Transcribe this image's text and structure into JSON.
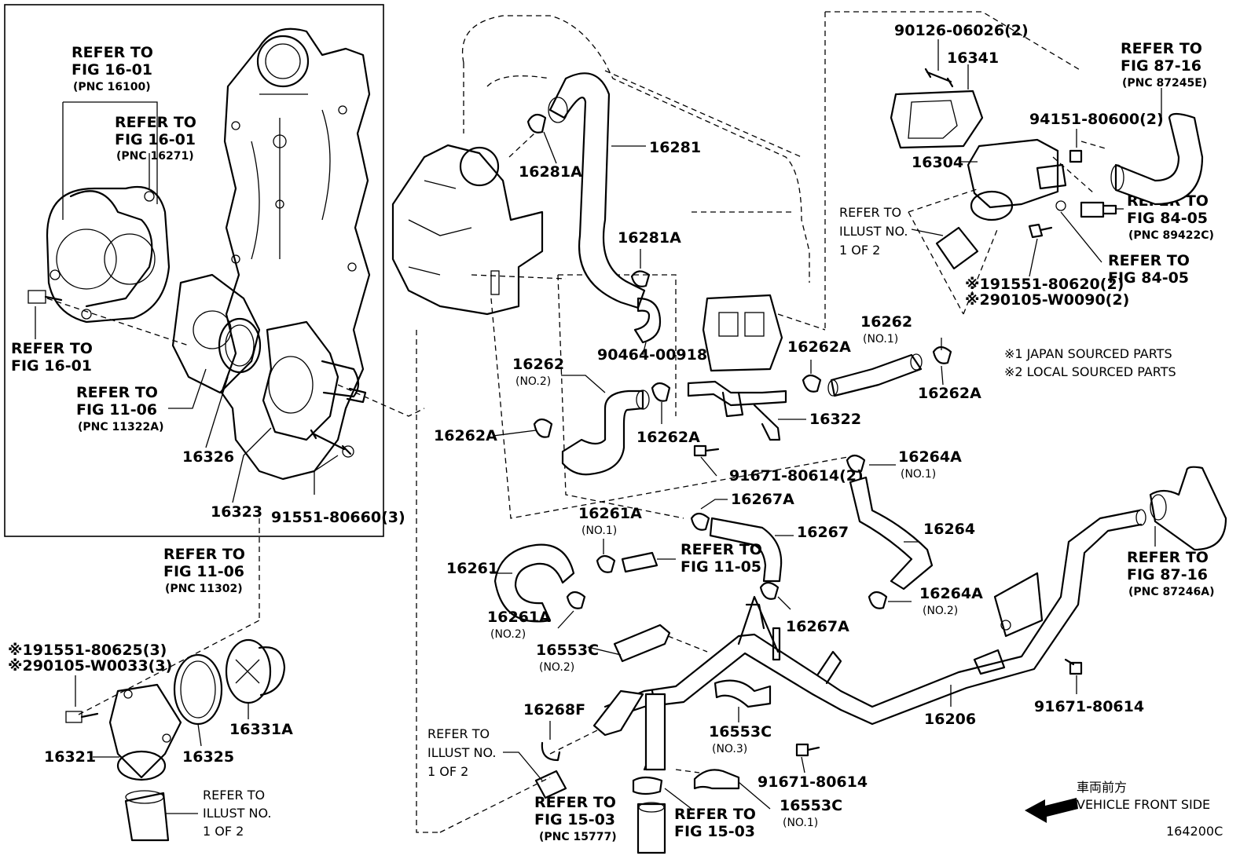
{
  "diagram_id": "164200C",
  "legend": {
    "note1": "※1 JAPAN SOURCED PARTS",
    "note2": "※2 LOCAL SOURCED PARTS"
  },
  "front_indicator": {
    "jp": "車両前方",
    "en": "VEHICLE FRONT SIDE"
  },
  "labels": {
    "p90126": "90126-06026(2)",
    "p16341": "16341",
    "r8716a_1": "REFER TO",
    "r8716a_2": "FIG 87-16",
    "r8716a_3": "(PNC 87245E)",
    "p94151": "94151-80600(2)",
    "p16304": "16304",
    "r8405a_1": "REFER TO",
    "r8405a_2": "FIG 84-05",
    "r8405a_3": "(PNC 89422C)",
    "r8405b_1": "REFER TO",
    "r8405b_2": "FIG 84-05",
    "rill1_1": "REFER TO",
    "rill1_2": "ILLUST NO.",
    "rill1_3": "1 OF 2",
    "p191551a": "※191551-80620(2)",
    "p290105a": "※290105-W0090(2)",
    "p16281": "16281",
    "p16281A_1": "16281A",
    "p16281A_2": "16281A",
    "p90464": "90464-00918",
    "p16262_2": "16262",
    "p16262_2q": "(NO.2)",
    "p16262_1": "16262",
    "p16262_1q": "(NO.1)",
    "p16262A_1": "16262A",
    "p16262A_2": "16262A",
    "p16262A_3": "16262A",
    "p16262A_4": "16262A",
    "p16322": "16322",
    "p91671a": "91671-80614(2)",
    "p16264A_1": "16264A",
    "p16264A_1q": "(NO.1)",
    "p16264": "16264",
    "p16264A_2": "16264A",
    "p16264A_2q": "(NO.2)",
    "p16267A_1": "16267A",
    "p16267": "16267",
    "p16267A_2": "16267A",
    "p16261A_1": "16261A",
    "p16261A_1q": "(NO.1)",
    "p16261": "16261",
    "p16261A_2": "16261A",
    "p16261A_2q": "(NO.2)",
    "r1105b_1": "REFER TO",
    "r1105b_2": "FIG 11-05",
    "p16553C_2": "16553C",
    "p16553C_2q": "(NO.2)",
    "p16553C_3": "16553C",
    "p16553C_3q": "(NO.3)",
    "p16553C_1": "16553C",
    "p16553C_1q": "(NO.1)",
    "p16268F": "16268F",
    "rill2_1": "REFER TO",
    "rill2_2": "ILLUST NO.",
    "rill2_3": "1 OF 2",
    "r1503a_1": "REFER TO",
    "r1503a_2": "FIG 15-03",
    "r1503a_3": "(PNC 15777)",
    "r1503b_1": "REFER TO",
    "r1503b_2": "FIG 15-03",
    "p91671b": "91671-80614",
    "p91671c": "91671-80614",
    "p16206": "16206",
    "r8716b_1": "REFER TO",
    "r8716b_2": "FIG 87-16",
    "r8716b_3": "(PNC 87246A)",
    "r1601a_1": "REFER TO",
    "r1601a_2": "FIG 16-01",
    "r1601a_3": "(PNC 16100)",
    "r1601b_1": "REFER TO",
    "r1601b_2": "FIG 16-01",
    "r1601b_3": "(PNC 16271)",
    "r1601c_1": "REFER TO",
    "r1601c_2": "FIG 16-01",
    "r1106a_1": "REFER TO",
    "r1106a_2": "FIG 11-06",
    "r1106a_3": "(PNC 11322A)",
    "p16326": "16326",
    "p16323": "16323",
    "p91551": "91551-80660(3)",
    "r1106b_1": "REFER TO",
    "r1106b_2": "FIG 11-06",
    "r1106b_3": "(PNC 11302)",
    "p191551b": "※191551-80625(3)",
    "p290105b": "※290105-W0033(3)",
    "p16331A": "16331A",
    "p16325": "16325",
    "p16321": "16321",
    "rill3_1": "REFER TO",
    "rill3_2": "ILLUST NO.",
    "rill3_3": "1 OF 2"
  }
}
